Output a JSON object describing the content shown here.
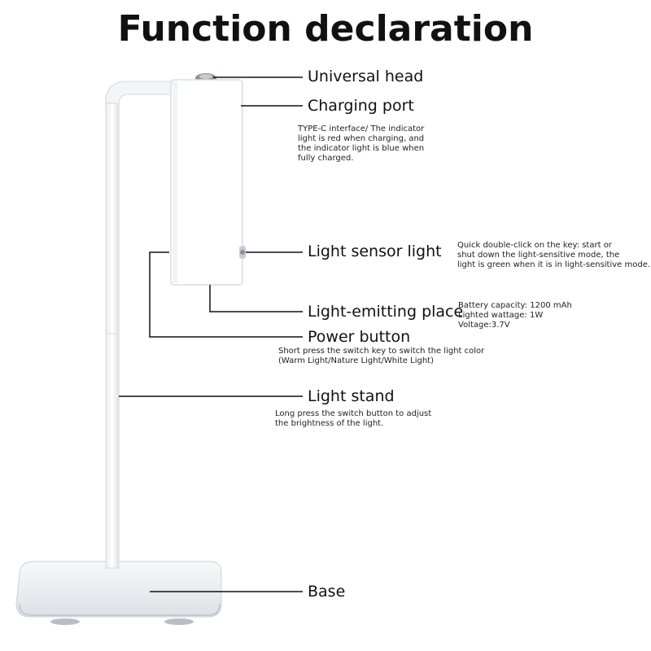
{
  "title": "Function declaration",
  "parts": {
    "universal_head": {
      "label": "Universal head"
    },
    "charging_port": {
      "label": "Charging port",
      "desc": [
        "TYPE-C interface/ The indicator",
        "light is red when charging, and",
        "the indicator light is blue when",
        "fully charged."
      ]
    },
    "light_sensor": {
      "label": "Light sensor light",
      "desc": [
        "Quick double-click on the key: start or",
        " shut down the light-sensitive mode, the",
        "light is green when it is in light-sensitive mode."
      ]
    },
    "light_emitting": {
      "label": "Light-emitting place",
      "desc": [
        "Battery capacity: 1200 mAh",
        "Lighted wattage: 1W",
        "Voltage:3.7V"
      ]
    },
    "power_button": {
      "label": "Power button",
      "desc": [
        "Short press the switch key to switch the light color",
        "(Warm Light/Nature Light/White Light)"
      ]
    },
    "light_stand": {
      "label": "Light stand",
      "desc": [
        "Long press the switch button to adjust",
        "the brightness of the light."
      ]
    },
    "base": {
      "label": "Base"
    }
  }
}
